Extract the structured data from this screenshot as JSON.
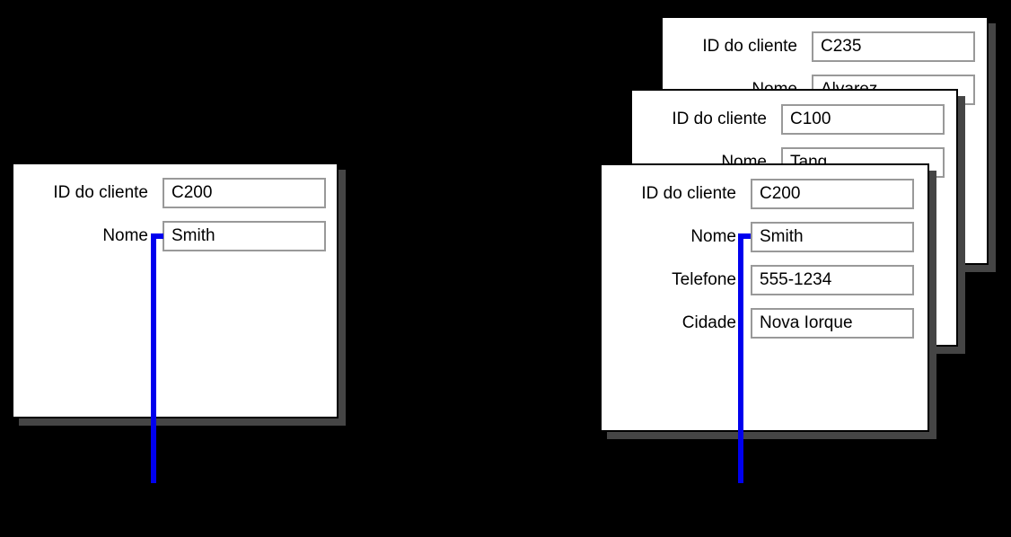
{
  "figure": {
    "background": "#000000",
    "card_background": "#ffffff",
    "card_border_color": "#000000",
    "field_border_color": "#999999",
    "shadow_color": "#454545",
    "pointer_color": "#0000ee",
    "text_color": "#000000"
  },
  "cards": [
    {
      "id": "left-single",
      "fields": [
        {
          "label": "ID do cliente",
          "value": "C200"
        },
        {
          "label": "Nome",
          "value": "Smith"
        }
      ]
    },
    {
      "id": "stack-back",
      "fields": [
        {
          "label": "ID do cliente",
          "value": "C235"
        },
        {
          "label": "Nome",
          "value": "Alvarez"
        }
      ]
    },
    {
      "id": "stack-middle",
      "fields": [
        {
          "label": "ID do cliente",
          "value": "C100"
        },
        {
          "label": "Nome",
          "value": "Tang"
        }
      ]
    },
    {
      "id": "stack-front",
      "fields": [
        {
          "label": "ID do cliente",
          "value": "C200"
        },
        {
          "label": "Nome",
          "value": "Smith"
        },
        {
          "label": "Telefone",
          "value": "555-1234"
        },
        {
          "label": "Cidade",
          "value": "Nova Iorque"
        }
      ]
    }
  ]
}
